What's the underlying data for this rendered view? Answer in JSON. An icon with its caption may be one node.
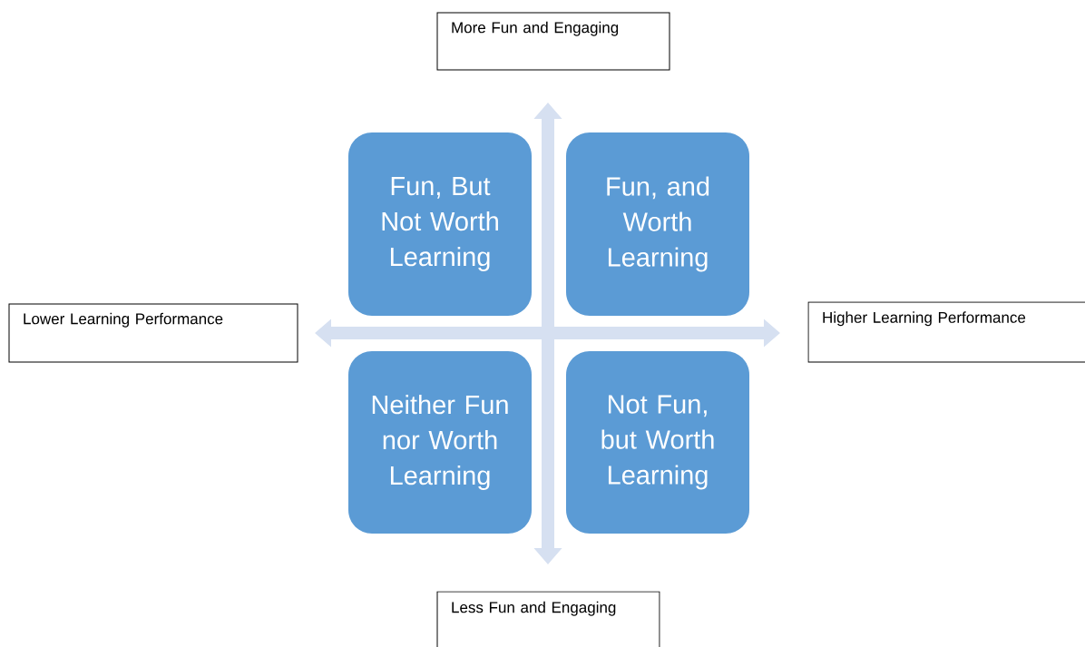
{
  "diagram": {
    "nodes": [
      {
        "text": [
          "More Fun and Engaging"
        ]
      },
      {
        "text": [
          "Lower Learning Performance"
        ]
      },
      {
        "text": [
          "Higher Learning Performance"
        ]
      },
      {
        "text": [
          "Less Fun and Engaging"
        ]
      },
      {
        "text": [
          "Fun, But Not Worth Learning"
        ]
      },
      {
        "text": [
          "Fun, and Worth Learning"
        ]
      },
      {
        "text": [
          "Neither Fun nor Worth Learning"
        ]
      },
      {
        "text": [
          "Not Fun, but Worth Learning"
        ]
      }
    ]
  }
}
